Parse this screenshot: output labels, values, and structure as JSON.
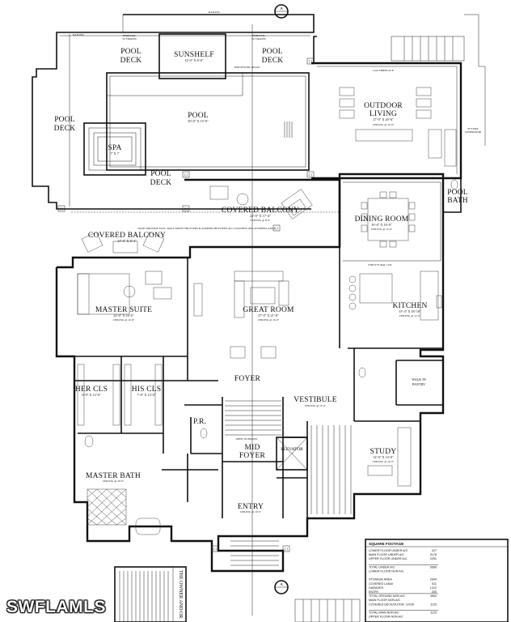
{
  "rooms": {
    "sunshelf": {
      "name": "SUNSHELF",
      "dim": "12'-0\" X 8'-0\""
    },
    "pool_deck_nw": "POOL\nDECK",
    "pool_deck_ne": "POOL\nDECK",
    "pool_deck_w": "POOL\nDECK",
    "pool_deck_s": "POOL\nDECK",
    "pool": {
      "name": "POOL",
      "dim": "30'-0\" X 15'-0\""
    },
    "spa": {
      "name": "SPA",
      "dim": "7' X 7'"
    },
    "outdoor_living": {
      "name": "OUTDOOR\nLIVING",
      "dim": "27'-0\" X 20'-6\""
    },
    "covered_balcony_1": {
      "name": "COVERED BALCONY",
      "dim": "22'-0\" X 17'-4\""
    },
    "covered_balcony_2": {
      "name": "COVERED BALCONY",
      "dim": "27'-0\" X 8'-4\""
    },
    "pool_bath": "POOL\nBATH",
    "dining_room": {
      "name": "DINING ROOM",
      "dim": "16'-0\" X 16'-0\""
    },
    "master_suite": {
      "name": "MASTER SUITE",
      "dim": "22'-0\" X 16'-0\""
    },
    "great_room": {
      "name": "GREAT ROOM",
      "dim": "27'-0\" X 21'-8\""
    },
    "kitchen": {
      "name": "KITCHEN",
      "dim": "15'-4\" X 16'-10\""
    },
    "her_cls": {
      "name": "HER CLS",
      "dim": "6'-0\" X 12'-0\""
    },
    "his_cls": {
      "name": "HIS CLS",
      "dim": "7'-0\" X 12'-0\""
    },
    "foyer": "FOYER",
    "vestibule": "VESTIBULE",
    "walk_in_pantry": "WALK IN\nPANTRY",
    "pr": "P.R.",
    "mid_foyer": "MID\nFOYER",
    "elevator": "ELEVATOR",
    "study": {
      "name": "STUDY",
      "dim": "12'-0\" X 14'-0\""
    },
    "master_bath": "MASTER BATH",
    "entry": "ENTRY"
  },
  "notes": {
    "railing_top": "RAILING",
    "railing_left": "RAILING",
    "pedestal_l": "PEDESTAL\nW/ DRAINS",
    "pedestal_r": "PEDESTAL\nW/ DRAINS",
    "top_of_pool_beam": "TOP OF POOL BEAM",
    "gas_fireplace": "GAS FIREPLACE",
    "future_generator": "FUTURE\nGENERATOR",
    "ceiling_9": "CEILING @ 9'-0\"",
    "ceiling_10": "CEILING @ 10'-0\"",
    "ceiling_11": "CEILING @ 11'-0\"",
    "ceiling_12": "CEILING @ 12'-0\"",
    "ceiling_14": "CEILING @ 14'-0\"",
    "c1": "C1",
    "note_shutters": "NOTE: PROVIDE ELEC. ROLL DOWN SHUTTERS & SCREENS BETWEEN ALL COLUMNS ON COVERED LANAI",
    "structural_col": "STRUCTURAL COL",
    "open_to_below": "OPEN TO BELOW",
    "section_top": "A",
    "section_bottom": "A"
  },
  "square_footage": {
    "title": "SQUARE FOOTAGE",
    "rows": [
      {
        "label": "LOWER FLOOR UNDER A/C",
        "value": "227"
      },
      {
        "label": "MAIN FLOOR UNDER A/C",
        "value": "3178"
      },
      {
        "label": "UPPER FLOOR UNDER A/C",
        "value": "2291"
      },
      {
        "label": "",
        "value": ""
      },
      {
        "label": "TOTAL UNDER A/C",
        "value": "5696"
      },
      {
        "label": "LOWER FLOOR NON A/C",
        "value": ""
      },
      {
        "label": "",
        "value": ""
      },
      {
        "label": "STORAGE AREA",
        "value": "2644"
      },
      {
        "label": "COVERED LANAI",
        "value": "511"
      },
      {
        "label": "GARAGES",
        "value": "1212"
      },
      {
        "label": "ENTRY",
        "value": "200"
      },
      {
        "label": "TOTAL GROUND NON A/C",
        "value": "3904"
      },
      {
        "label": "MAIN FLOOR NON A/C",
        "value": ""
      },
      {
        "label": "COVERED DECK/OUTDR. COOK",
        "value": "1125"
      },
      {
        "label": "",
        "value": ""
      },
      {
        "label": "TOTAL MAIN NON A/C",
        "value": "1125"
      },
      {
        "label": "UPPER FLOOR NON A/C",
        "value": ""
      }
    ]
  },
  "owner_note": "THE OWNER AND/OR",
  "watermark": "SWFLAMLS"
}
